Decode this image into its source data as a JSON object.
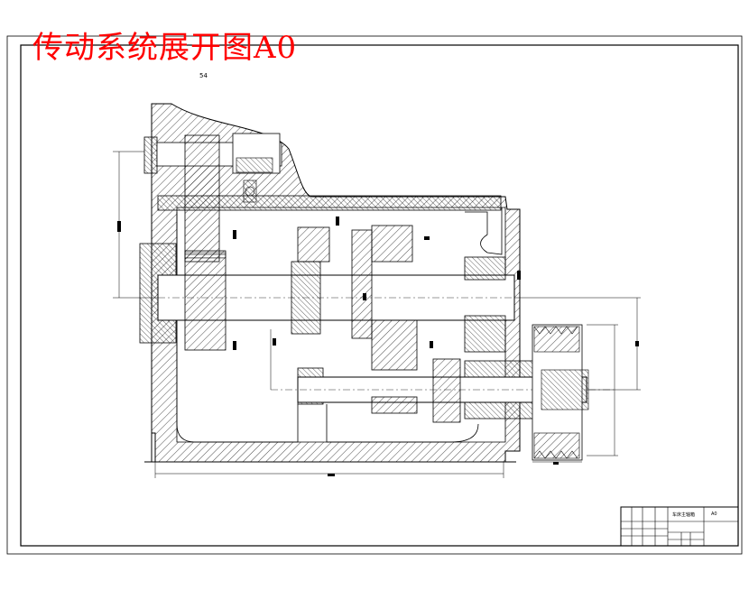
{
  "drawing": {
    "title": "传动系统展开图A0",
    "sheet_number": "54"
  },
  "title_block": {
    "drawing_name": "车床主轴箱",
    "code": "A0"
  },
  "colors": {
    "title_red": "#ff0000",
    "line": "#000000",
    "paper": "#ffffff"
  }
}
